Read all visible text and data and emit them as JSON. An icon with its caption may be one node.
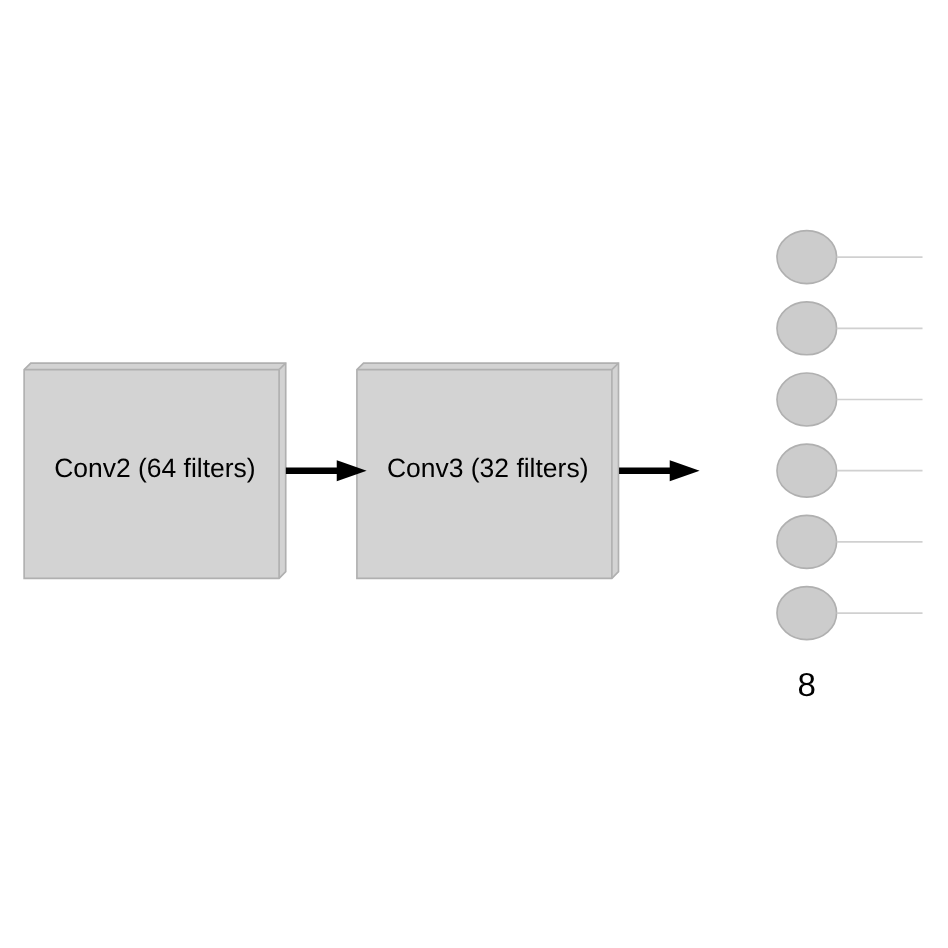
{
  "diagram": {
    "nodes": [
      {
        "text": [
          "Conv2 (64 filters)"
        ]
      },
      {
        "text": [
          "Conv3 (32 filters)"
        ]
      },
      {
        "text": [],
        "shape": "circle"
      },
      {
        "text": [],
        "shape": "circle"
      },
      {
        "text": [],
        "shape": "circle"
      },
      {
        "text": [],
        "shape": "circle"
      },
      {
        "text": [],
        "shape": "circle"
      },
      {
        "text": [],
        "shape": "circle"
      }
    ],
    "edges": [
      {
        "from": 0,
        "to": 1,
        "arrow": "to",
        "style": "thick",
        "color": "#000000"
      },
      {
        "from": 1,
        "to": null,
        "arrow": "to",
        "style": "thick",
        "color": "#000000"
      },
      {
        "from": 2,
        "to": null,
        "arrow": "none"
      },
      {
        "from": 3,
        "to": null,
        "arrow": "none"
      },
      {
        "from": 4,
        "to": null,
        "arrow": "none"
      },
      {
        "from": 5,
        "to": null,
        "arrow": "none"
      },
      {
        "from": 6,
        "to": null,
        "arrow": "none"
      },
      {
        "from": 7,
        "to": null,
        "arrow": "none"
      }
    ],
    "labels": [
      "8"
    ]
  }
}
